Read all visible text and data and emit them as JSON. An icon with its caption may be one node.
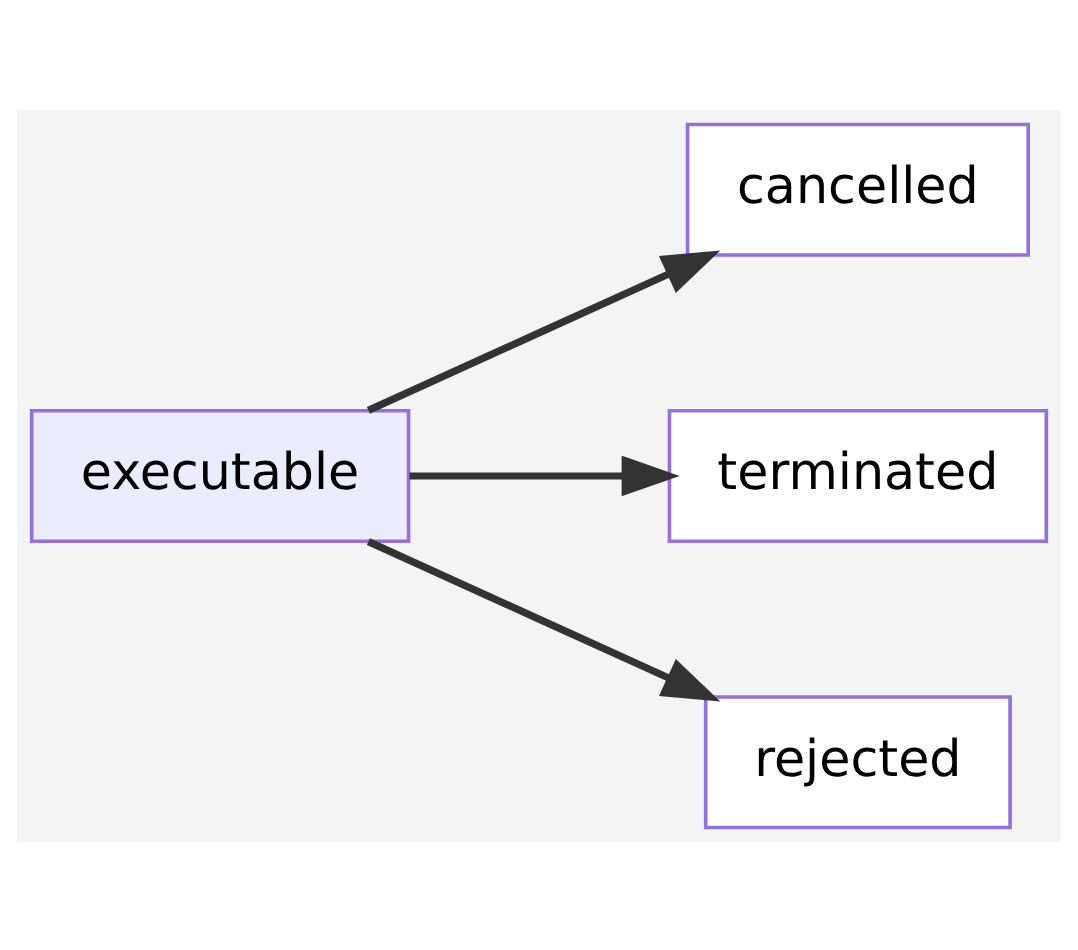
{
  "diagram": {
    "nodes": [
      {
        "text": [
          "executable"
        ]
      },
      {
        "text": [
          "cancelled"
        ]
      },
      {
        "text": [
          "terminated"
        ]
      },
      {
        "text": [
          "rejected"
        ]
      }
    ],
    "edges": [
      {
        "from": 0,
        "to": 1,
        "arrow": "to"
      },
      {
        "from": 0,
        "to": 2,
        "arrow": "to"
      },
      {
        "from": 0,
        "to": 3,
        "arrow": "to"
      }
    ]
  }
}
